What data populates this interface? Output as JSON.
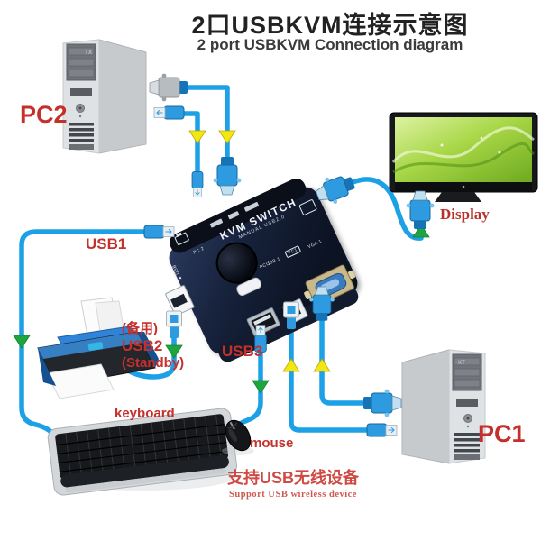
{
  "title": {
    "line1": "2口USBKVM连接示意图",
    "line2": "2 port USBKVM Connection diagram"
  },
  "labels": {
    "pc2": "PC2",
    "pc1": "PC1",
    "display": "Display",
    "usb1": "USB1",
    "usb2_line1": "(备用)",
    "usb2_line2": "USB2",
    "usb2_line3": "(Standby)",
    "usb3": "USB3",
    "keyboard": "keyboard",
    "mouse": "mouse"
  },
  "kvm": {
    "name_line1": "KVM SWITCH",
    "name_line2": "MANUAL USB2.0",
    "button_top": "PC 2",
    "button_bottom": "PC 1",
    "port_usb1": "USB 1",
    "port_pc1": "PC1",
    "port_vga1": "VGA 1",
    "side_usb": "USB",
    "side_usb_arrow": "▲"
  },
  "towers": {
    "pc2_badge": "TX",
    "pc1_badge": "KT"
  },
  "footer": {
    "line1": "支持USB无线设备",
    "line2": "Support USB wireless device"
  },
  "colors": {
    "label_red": "#c5302c",
    "cable_blue": "#1da1e6",
    "connector_blue": "#2e9be0",
    "arrow_yellow": "#f2e70e",
    "arrow_green": "#1fa53e",
    "kvm_body": "#131c2e",
    "title_black": "#222222"
  }
}
